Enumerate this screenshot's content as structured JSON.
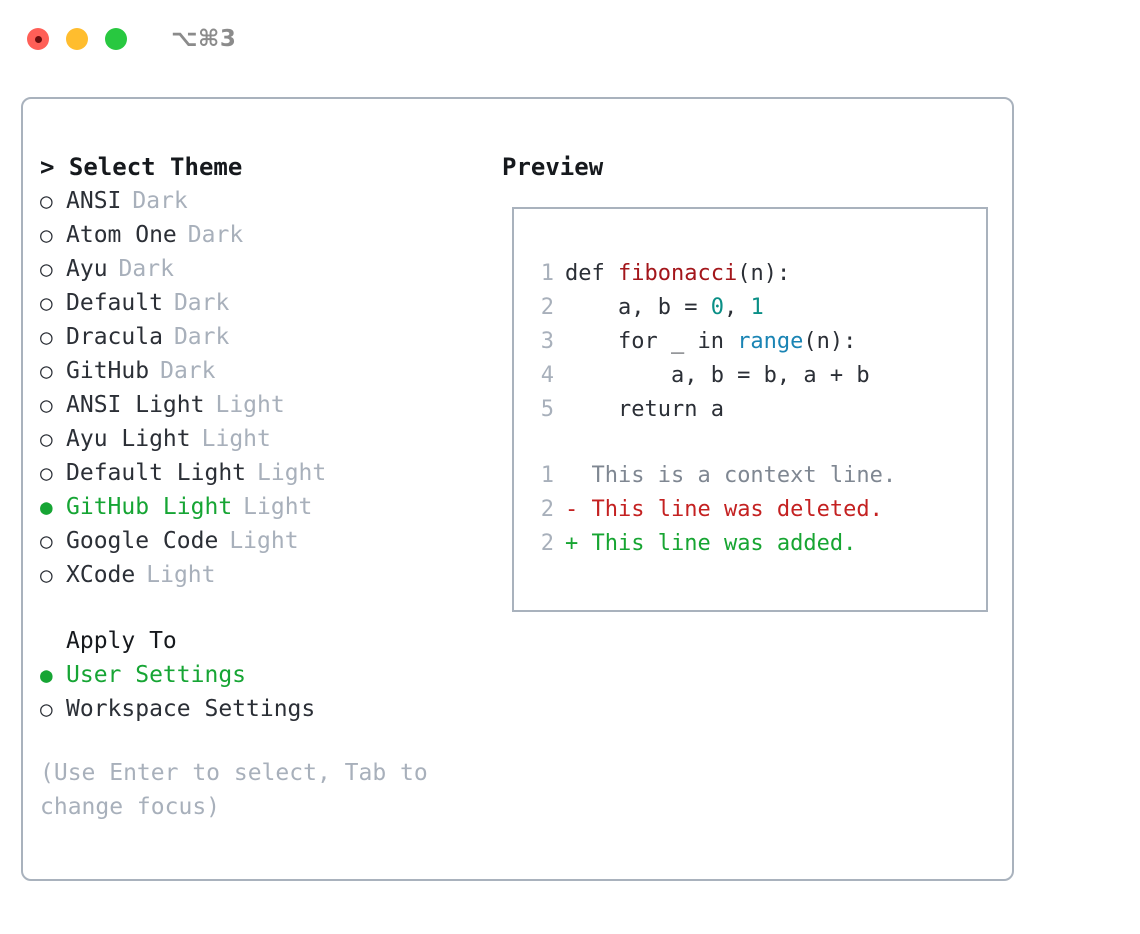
{
  "window": {
    "shortcut_hint": "⌥⌘3",
    "traffic_lights": [
      {
        "name": "close",
        "color": "#ff5f57"
      },
      {
        "name": "minimize",
        "color": "#ffbd2e"
      },
      {
        "name": "maximize",
        "color": "#28c840"
      }
    ]
  },
  "theme_list": {
    "header": "> Select Theme",
    "selected_index": 9,
    "items": [
      {
        "marker": "○",
        "label": "ANSI",
        "variant": "Dark",
        "selected": false
      },
      {
        "marker": "○",
        "label": "Atom One",
        "variant": "Dark",
        "selected": false
      },
      {
        "marker": "○",
        "label": "Ayu",
        "variant": "Dark",
        "selected": false
      },
      {
        "marker": "○",
        "label": "Default",
        "variant": "Dark",
        "selected": false
      },
      {
        "marker": "○",
        "label": "Dracula",
        "variant": "Dark",
        "selected": false
      },
      {
        "marker": "○",
        "label": "GitHub",
        "variant": "Dark",
        "selected": false
      },
      {
        "marker": "○",
        "label": "ANSI Light",
        "variant": "Light",
        "selected": false
      },
      {
        "marker": "○",
        "label": "Ayu Light",
        "variant": "Light",
        "selected": false
      },
      {
        "marker": "○",
        "label": "Default Light",
        "variant": "Light",
        "selected": false
      },
      {
        "marker": "●",
        "label": "GitHub Light",
        "variant": "Light",
        "selected": true
      },
      {
        "marker": "○",
        "label": "Google Code",
        "variant": "Light",
        "selected": false
      },
      {
        "marker": "○",
        "label": "XCode",
        "variant": "Light",
        "selected": false
      }
    ]
  },
  "apply_to": {
    "header": "Apply To",
    "items": [
      {
        "marker": "●",
        "label": "User Settings",
        "selected": true
      },
      {
        "marker": "○",
        "label": "Workspace Settings",
        "selected": false
      }
    ]
  },
  "hint": "(Use Enter to select, Tab to change focus)",
  "preview": {
    "title": "Preview",
    "code_lines": [
      {
        "no": "1",
        "tokens": [
          {
            "t": "def ",
            "c": "plain"
          },
          {
            "t": "fibonacci",
            "c": "func"
          },
          {
            "t": "(n):",
            "c": "plain"
          }
        ]
      },
      {
        "no": "2",
        "tokens": [
          {
            "t": "    a, b = ",
            "c": "plain"
          },
          {
            "t": "0",
            "c": "num"
          },
          {
            "t": ", ",
            "c": "plain"
          },
          {
            "t": "1",
            "c": "num"
          }
        ]
      },
      {
        "no": "3",
        "tokens": [
          {
            "t": "    for _ in ",
            "c": "plain"
          },
          {
            "t": "range",
            "c": "builtin"
          },
          {
            "t": "(n):",
            "c": "plain"
          }
        ]
      },
      {
        "no": "4",
        "tokens": [
          {
            "t": "        a, b = b, a + b",
            "c": "plain"
          }
        ]
      },
      {
        "no": "5",
        "tokens": [
          {
            "t": "    return a",
            "c": "plain"
          }
        ]
      }
    ],
    "diff_lines": [
      {
        "no": "1",
        "sign": " ",
        "text": " This is a context line.",
        "kind": "ctx"
      },
      {
        "no": "2",
        "sign": "-",
        "text": " This line was deleted.",
        "kind": "del"
      },
      {
        "no": "2",
        "sign": "+",
        "text": " This line was added.",
        "kind": "add"
      }
    ]
  },
  "colors": {
    "accent_green": "#16a534",
    "muted_gray": "#a8b0bb",
    "border": "#a9b2bd",
    "diff_delete": "#c42121",
    "diff_add": "#17a532",
    "token_function": "#a3161b",
    "token_number": "#0a8f86",
    "token_builtin": "#1a84b4"
  }
}
